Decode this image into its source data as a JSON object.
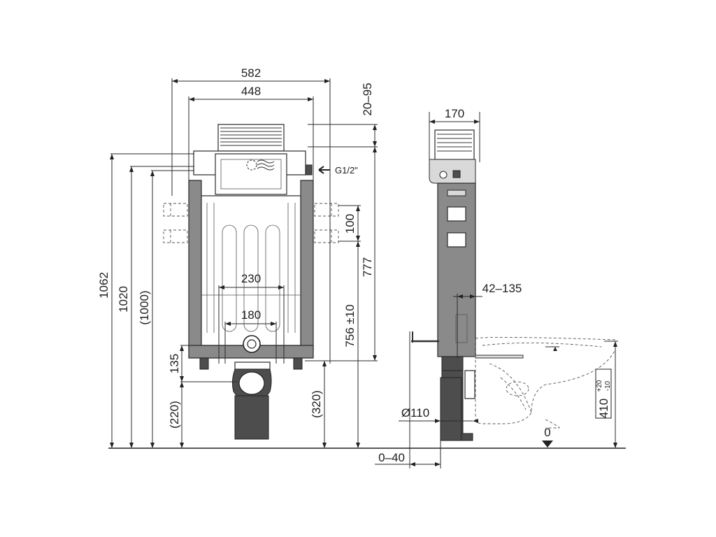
{
  "front_view": {
    "width_outer": "582",
    "width_inner": "448",
    "height_total": "1062",
    "height_frame": "1020",
    "height_nominal": "(1000)",
    "connection": "G1/2\"",
    "flush_plate_adjust": "20–95",
    "bolt_spacing_vertical": "100",
    "frame_to_bolts": "777",
    "bolt_height": "756 ±10",
    "bolt_spacing_outer": "230",
    "bolt_spacing_inner": "180",
    "foot_height": "135",
    "drain_height": "(220)",
    "drain_offset": "(320)"
  },
  "side_view": {
    "depth": "170",
    "wall_distance": "42–135",
    "drain_diameter": "Ø110",
    "floor_gap": "0–40",
    "floor_level": "0",
    "seat_height": "410",
    "seat_tol_plus": "+20",
    "seat_tol_minus": "-10"
  }
}
